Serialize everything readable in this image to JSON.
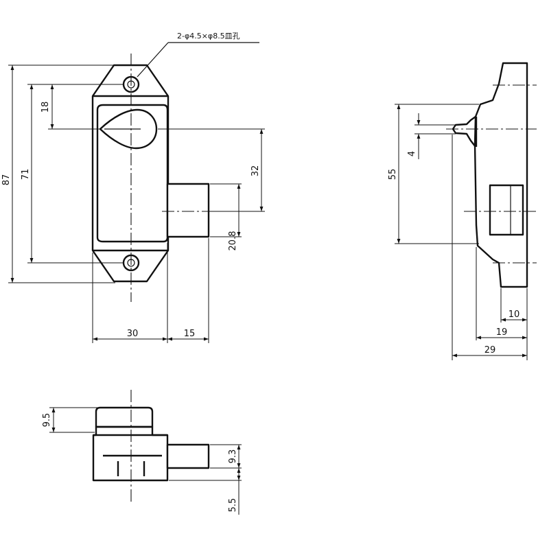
{
  "note": {
    "hole_spec": "2-φ4.5×φ8.5皿孔"
  },
  "front_view": {
    "dims": {
      "height_total": "87",
      "hole_pitch": "71",
      "top_offset": "18",
      "bolt_offset": "32",
      "bolt_height": "20.8",
      "width_body": "30",
      "bolt_length": "15"
    }
  },
  "side_view": {
    "dims": {
      "height": "55",
      "pin": "4",
      "d10": "10",
      "d19": "19",
      "d29": "29"
    }
  },
  "bottom_view": {
    "dims": {
      "top": "9.5",
      "mid": "9.3",
      "bottom": "5.5"
    }
  }
}
